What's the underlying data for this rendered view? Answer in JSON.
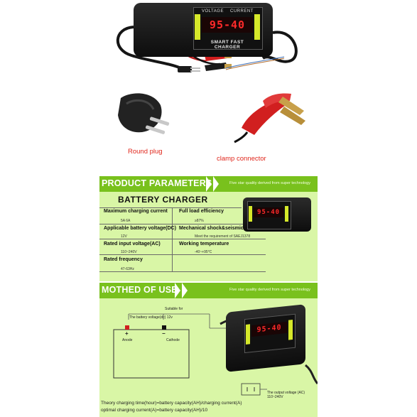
{
  "charger": {
    "display": "95-40",
    "panel_label": "SMART FAST CHARGER",
    "voltage_tag": "VOLTAGE",
    "current_tag": "CURRENT"
  },
  "captions": {
    "round_plug": "Round plug",
    "clamp_connector": "clamp connector"
  },
  "params_header": {
    "title": "PRODUCT PARAMETERS",
    "sub": "Five star quality derived from super technology"
  },
  "params": {
    "heading": "BATTERY CHARGER",
    "rows": [
      {
        "label": "Maximum charging current",
        "value": "5A 6A"
      },
      {
        "label": "Applicable battery voltage(DC)",
        "value": "12V"
      },
      {
        "label": "Rated input voltage(AC)",
        "value": "110~240V"
      },
      {
        "label": "Rated frequency",
        "value": "47-63Hz"
      }
    ],
    "right_rows": [
      {
        "label": "Full load efficiency",
        "value": "≥87%"
      },
      {
        "label": "Mechanical shock&seismic levels",
        "value": "Meet the requirement of SAEJ1378"
      },
      {
        "label": "Working temperature",
        "value": "-40~+95°C"
      }
    ]
  },
  "method_header": {
    "title": "MOTHED OF USE",
    "sub": "Five star quality derived from super technology"
  },
  "method": {
    "suitable_for": "Suitable for",
    "battery_voltage": "The battery voltage(dc) 12v",
    "anode": "Anode",
    "cathode": "Cathode",
    "plus": "+",
    "minus": "−",
    "output_voltage": "The output voltage (AC) 110~240V",
    "formula_1": "Theory charging time(hour)=battery capacity(AH)/charging current(A)",
    "formula_2": "optimal charging current(A)=battery capacity(AH)/10"
  },
  "colors": {
    "accent_green": "#79c11d",
    "panel_green": "#d9f6a6",
    "lcd_red": "#ff2a2a",
    "caption_red": "#e0261b"
  }
}
